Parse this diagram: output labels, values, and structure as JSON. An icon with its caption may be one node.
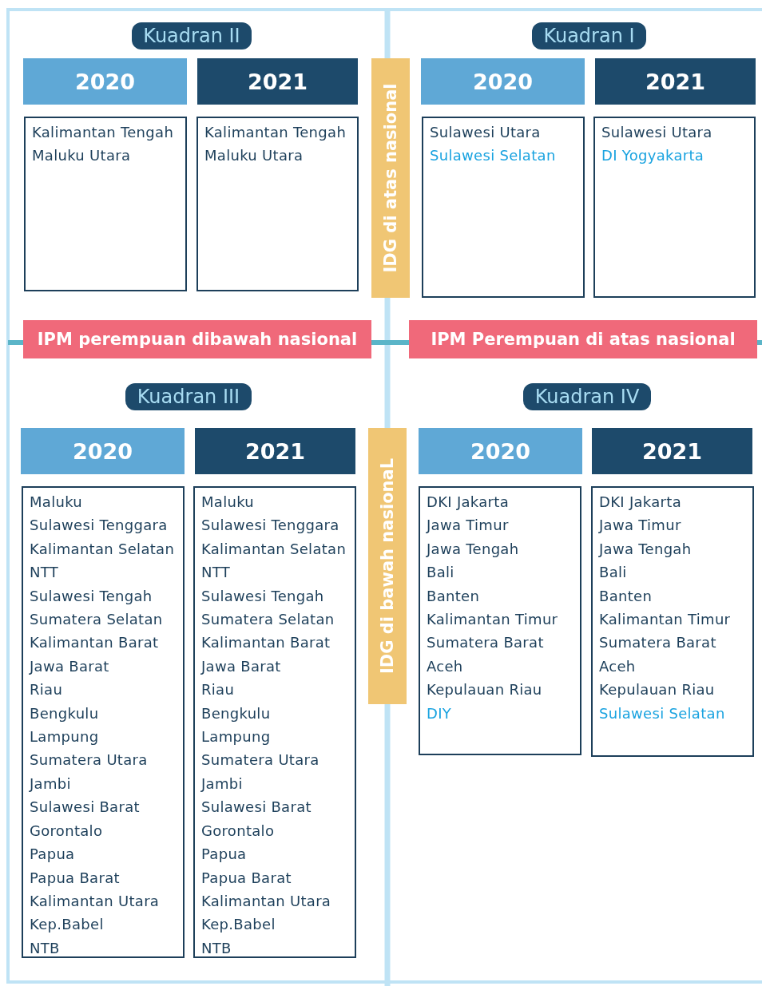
{
  "diagram": {
    "nodes": [
      {
        "text": [
          "Kuadran II"
        ]
      },
      {
        "text": [
          "Kuadran I"
        ]
      },
      {
        "text": [
          "2020"
        ]
      },
      {
        "text": [
          "2021"
        ]
      },
      {
        "text": [
          "IDG di atas nasional"
        ]
      },
      {
        "text": [
          "2020"
        ]
      },
      {
        "text": [
          "2021"
        ]
      },
      {
        "text": [
          "Kalimantan Tengah",
          "Maluku Utara"
        ]
      },
      {
        "text": [
          "Kalimantan Tengah",
          "Maluku Utara"
        ]
      },
      {
        "text": [
          "Sulawesi Utara",
          "Sulawesi Selatan"
        ]
      },
      {
        "text": [
          "Sulawesi Utara",
          "DI Yogyakarta"
        ]
      },
      {
        "text": [
          "IPM perempuan dibawah nasional"
        ]
      },
      {
        "text": [
          "IPM Perempuan di atas nasional"
        ]
      },
      {
        "text": [
          "Kuadran III"
        ]
      },
      {
        "text": [
          "Kuadran IV"
        ]
      },
      {
        "text": [
          "2020"
        ]
      },
      {
        "text": [
          "2021"
        ]
      },
      {
        "text": [
          "IDG di bawah nasionaL"
        ]
      },
      {
        "text": [
          "2020"
        ]
      },
      {
        "text": [
          "2021"
        ]
      },
      {
        "text": [
          "Maluku",
          "Sulawesi Tenggara",
          "Kalimantan Selatan",
          "NTT",
          "Sulawesi Tengah",
          "Sumatera Selatan",
          "Kalimantan Barat",
          "Jawa Barat",
          "Riau",
          "Bengkulu",
          "Lampung",
          "Sumatera Utara",
          "Jambi",
          "Sulawesi Barat",
          "Gorontalo",
          "Papua",
          "Papua Barat",
          "Kalimantan Utara",
          "Kep.Babel",
          "NTB"
        ]
      },
      {
        "text": [
          "Maluku",
          "Sulawesi Tenggara",
          "Kalimantan Selatan",
          "NTT",
          "Sulawesi Tengah",
          "Sumatera Selatan",
          "Kalimantan Barat",
          "Jawa Barat",
          "Riau",
          "Bengkulu",
          "Lampung",
          "Sumatera Utara",
          "Jambi",
          "Sulawesi Barat",
          "Gorontalo",
          "Papua",
          "Papua Barat",
          "Kalimantan Utara",
          "Kep.Babel",
          "NTB"
        ]
      },
      {
        "text": [
          "DKI Jakarta",
          "Jawa Timur",
          "Jawa Tengah",
          "Bali",
          "Banten",
          "Kalimantan Timur",
          "Sumatera Barat",
          "Aceh",
          "Kepulauan Riau",
          "DIY"
        ]
      },
      {
        "text": [
          "DKI Jakarta",
          "Jawa Timur",
          "Jawa Tengah",
          "Bali",
          "Banten",
          "Kalimantan Timur",
          "Sumatera Barat",
          "Aceh",
          "Kepulauan Riau",
          "Sulawesi Selatan"
        ]
      }
    ]
  }
}
